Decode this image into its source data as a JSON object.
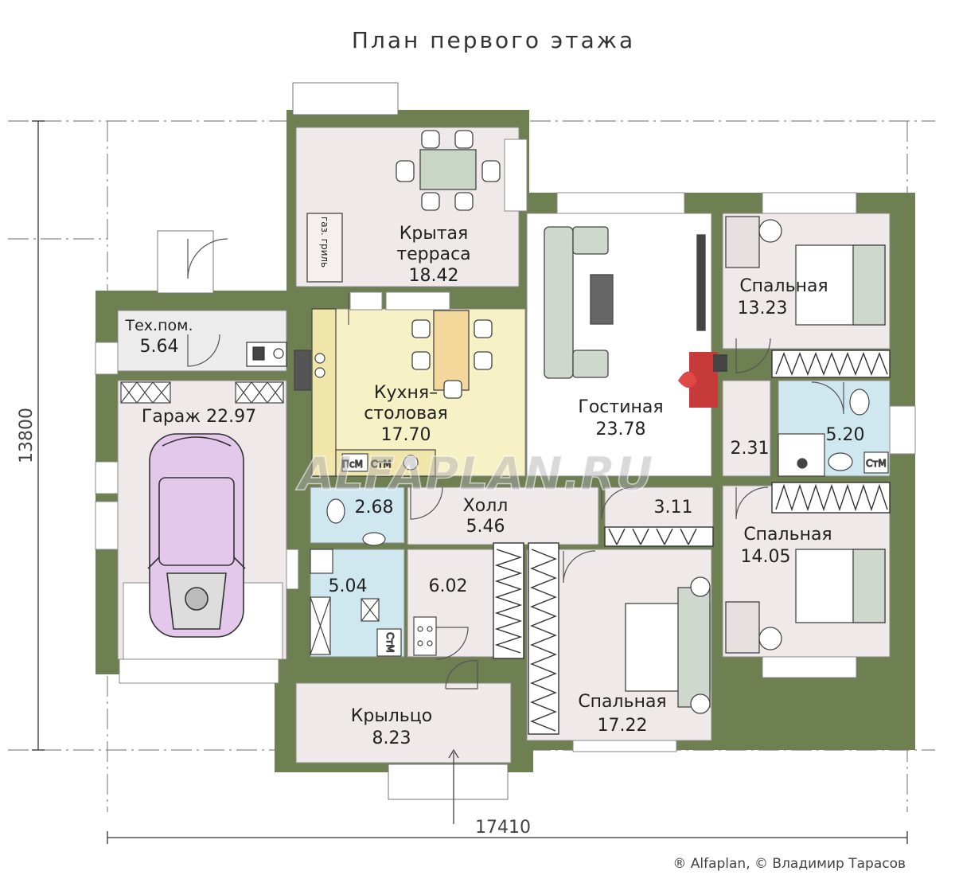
{
  "title": "План первого этажа",
  "rooms": {
    "terrace_name_1": "Крытая",
    "terrace_name_2": "терраса",
    "terrace_area": "18.42",
    "tech_name": "Тех.пом.",
    "tech_area": "5.64",
    "garage": "Гараж 22.97",
    "kitchen_name_1": "Кухня–",
    "kitchen_name_2": "столовая",
    "kitchen_area": "17.70",
    "living_name": "Гостиная",
    "living_area": "23.78",
    "bed1_name": "Спальная",
    "bed1_area": "13.23",
    "bath1_area": "5.20",
    "corridor_area": "2.31",
    "bed2_name": "Спальная",
    "bed2_area": "14.05",
    "wc_area": "2.68",
    "hall_name": "Холл",
    "hall_area": "5.46",
    "closet_area": "3.11",
    "bath2_area": "5.04",
    "room_area": "6.02",
    "bed3_name": "Спальная",
    "bed3_area": "17.22",
    "porch_name": "Крыльцо",
    "porch_area": "8.23"
  },
  "fixtures": {
    "grill": "газ. гриль",
    "stm1": "СтМ",
    "stm2": "СтМ",
    "stm3": "СтМ",
    "pm": "ПсМ"
  },
  "dimensions": {
    "width": "17410",
    "height": "13800"
  },
  "watermark": "ALFAPLAN.RU",
  "copyright": "® Alfaplan, © Владимир Тарасов",
  "colors": {
    "wall": "#6e7f52",
    "floor": "#efe9e9",
    "kitchen_floor": "#f7f1c6",
    "wet_floor": "#cfe8f0",
    "white_floor": "#ffffff",
    "car": "#e4c8ec"
  }
}
